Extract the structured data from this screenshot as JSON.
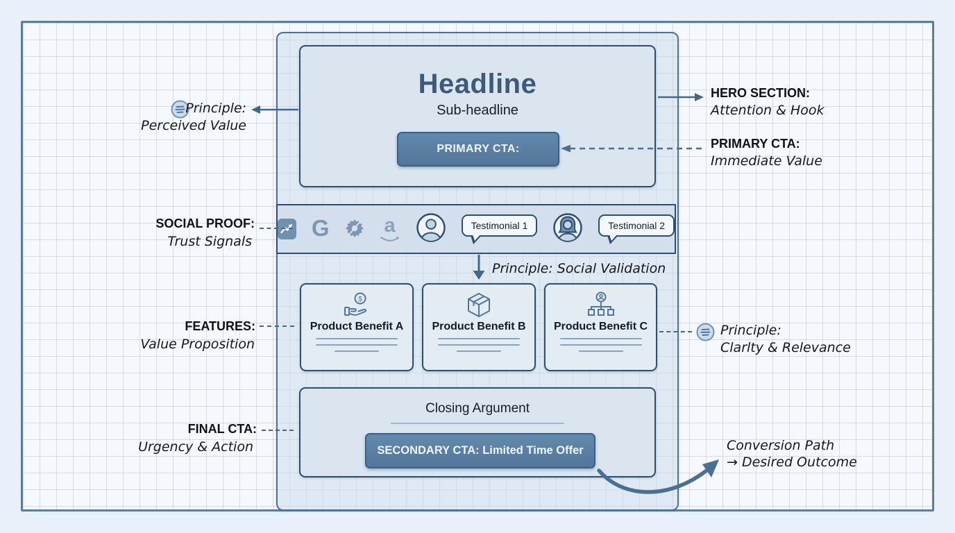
{
  "hero": {
    "headline": "Headline",
    "subheadline": "Sub-headline",
    "primary_cta": "PRIMARY CTA:"
  },
  "social_proof": {
    "testimonial_1": "Testimonial 1",
    "testimonial_2": "Testimonial 2",
    "logo_letters": {
      "google": "G",
      "amazon": "a"
    },
    "icons": [
      "trend-chart-badge-logo",
      "google-g-logo",
      "gear-logo",
      "amazon-smile-logo",
      "male-avatar",
      "female-avatar"
    ]
  },
  "features": {
    "cards": [
      {
        "label": "Product Benefit A",
        "icon": "hand-coin-icon"
      },
      {
        "label": "Product Benefit B",
        "icon": "package-box-icon"
      },
      {
        "label": "Product Benefit C",
        "icon": "org-chart-icon"
      }
    ]
  },
  "final_cta": {
    "closing": "Closing Argument",
    "secondary_cta": "SECONDARY CTA: Limited Time Offer"
  },
  "annotations": {
    "principle_left": {
      "title": "Principle:",
      "subtitle": "Perceived Value",
      "icon": "principle-note-icon"
    },
    "social_proof": {
      "title": "SOCIAL PROOF:",
      "subtitle": "Trust Signals"
    },
    "features": {
      "title": "FEATURES:",
      "subtitle": "Value Proposition"
    },
    "final_cta": {
      "title": "FINAL CTA:",
      "subtitle": "Urgency & Action"
    },
    "hero": {
      "title": "HERO SECTION:",
      "subtitle": "Attention & Hook"
    },
    "primary_cta": {
      "title": "PRIMARY CTA:",
      "subtitle": "Immediate Value"
    },
    "principle_right": {
      "title": "Principle:",
      "subtitle": "Clarlty & Relevance",
      "icon": "principle-note-icon"
    },
    "social_validation": "Principle: Social Validation",
    "conversion": {
      "line1": "Conversion Path",
      "line2": "→ Desired Outcome"
    }
  },
  "colors": {
    "accent_button": "#5c82a6",
    "frame_border": "#2e4e70",
    "panel_border": "#5b7e9e",
    "arrow": "#41678c",
    "paper": "#f5f8fd",
    "section_fill": "#dae5ef"
  }
}
